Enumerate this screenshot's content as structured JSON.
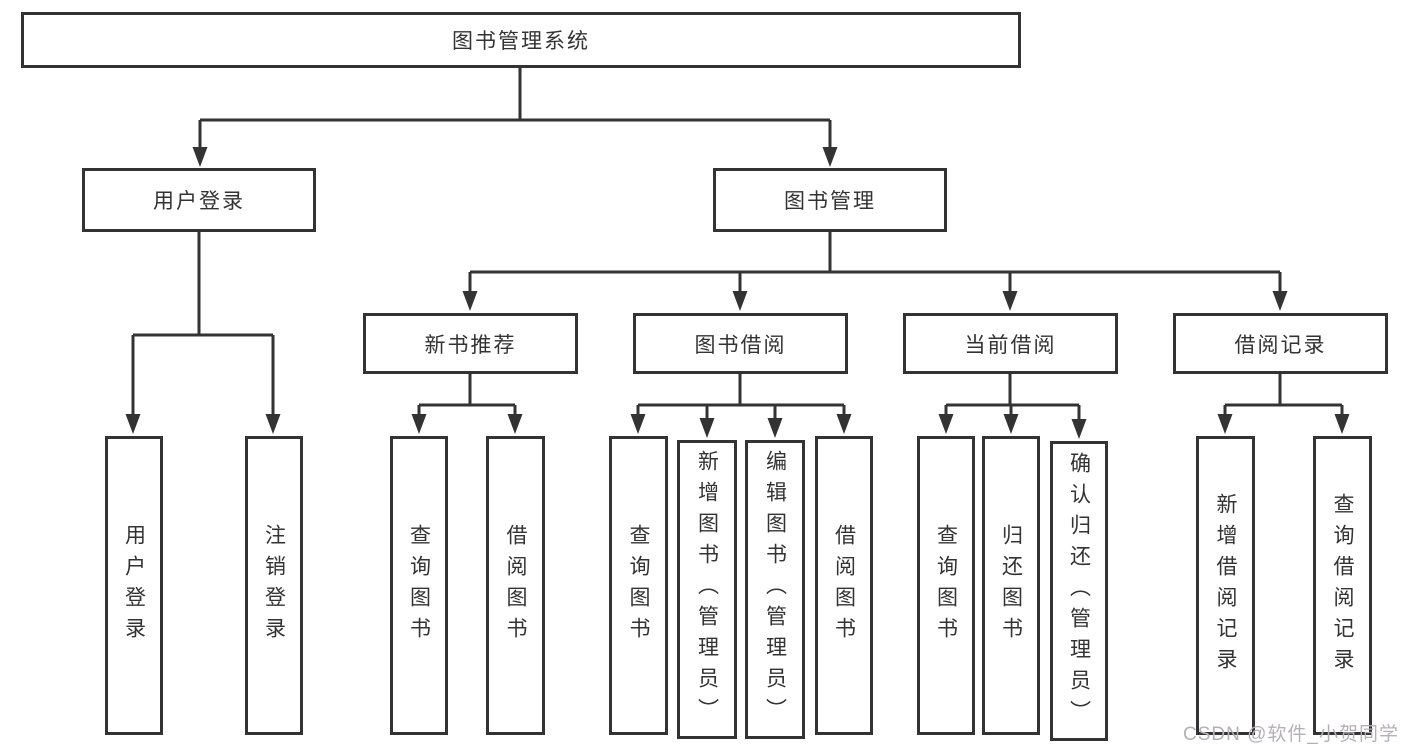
{
  "diagram": {
    "root": {
      "label": "图书管理系统"
    },
    "level2": [
      {
        "label": "用户登录"
      },
      {
        "label": "图书管理"
      }
    ],
    "level3": [
      {
        "label": "新书推荐"
      },
      {
        "label": "图书借阅"
      },
      {
        "label": "当前借阅"
      },
      {
        "label": "借阅记录"
      }
    ],
    "leaves": [
      {
        "label": "用户登录"
      },
      {
        "label": "注销登录"
      },
      {
        "label": "查询图书"
      },
      {
        "label": "借阅图书"
      },
      {
        "label": "查询图书"
      },
      {
        "label": "新增图书（管理员）"
      },
      {
        "label": "编辑图书（管理员）"
      },
      {
        "label": "借阅图书"
      },
      {
        "label": "查询图书"
      },
      {
        "label": "归还图书"
      },
      {
        "label": "确认归还（管理员）"
      },
      {
        "label": "新增借阅记录"
      },
      {
        "label": "查询借阅记录"
      }
    ],
    "watermark": "CSDN @软件_小贺同学",
    "colors": {
      "line": "#333333",
      "text": "#333333",
      "background": "#ffffff",
      "watermark": "#b5b0b8"
    }
  }
}
